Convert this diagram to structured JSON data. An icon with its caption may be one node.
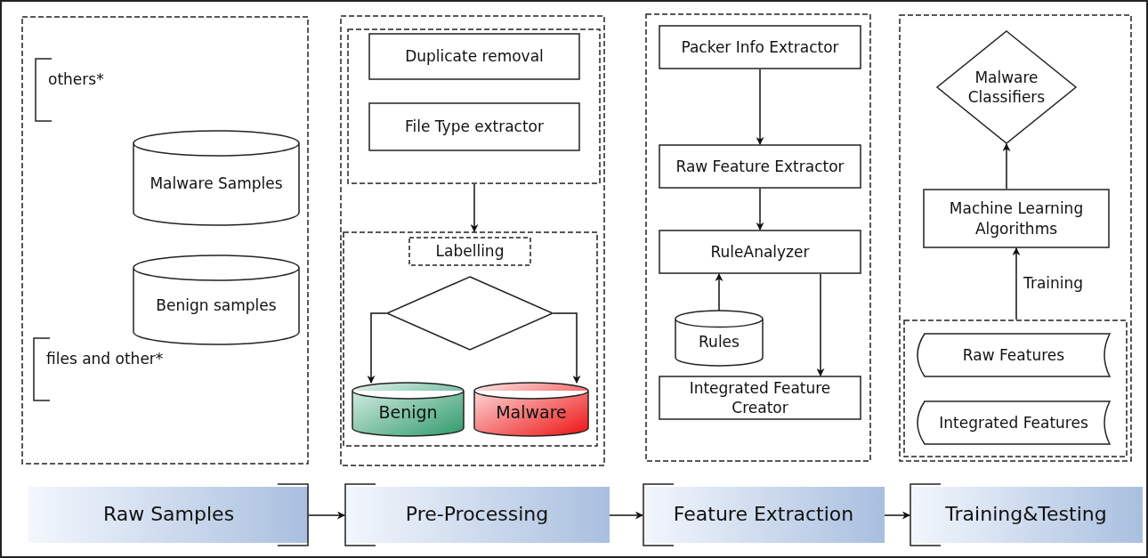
{
  "diagram": {
    "nodes": [
      {
        "text": [],
        "shape": "box"
      },
      {
        "text": [
          "Malware Samples"
        ],
        "in": 0
      },
      {
        "text": [
          "Benign samples"
        ],
        "in": 0
      },
      {
        "text": [],
        "shape": "box"
      },
      {
        "text": [],
        "shape": "box",
        "in": 3
      },
      {
        "text": [
          "Duplicate removal"
        ],
        "in": 4
      },
      {
        "text": [
          "File Type extractor"
        ],
        "in": 4
      },
      {
        "text": [],
        "shape": "box",
        "in": 3
      },
      {
        "text": [
          "Labelling"
        ],
        "in": 7
      },
      {
        "text": [],
        "shape": "diamond",
        "in": 7
      },
      {
        "text": [
          "Benign"
        ],
        "in": 7
      },
      {
        "text": [
          "Malware"
        ],
        "in": 7
      },
      {
        "text": [],
        "shape": "box"
      },
      {
        "text": [
          "Packer Info Extractor"
        ],
        "in": 12
      },
      {
        "text": [
          "Raw Feature Extractor"
        ],
        "in": 12
      },
      {
        "text": [
          "RuleAnalyzer"
        ],
        "in": 12
      },
      {
        "text": [
          "Rules"
        ],
        "in": 12
      },
      {
        "text": [
          "Integrated Feature Creator"
        ],
        "in": 12
      },
      {
        "text": [],
        "shape": "box"
      },
      {
        "text": [
          "Malware Classifiers"
        ],
        "in": 18
      },
      {
        "text": [
          "Machine Learning Algorithms"
        ],
        "in": 18
      },
      {
        "text": [],
        "shape": "box",
        "in": 18
      },
      {
        "text": [
          "Raw Features"
        ],
        "in": 21
      },
      {
        "text": [
          "Integrated Features"
        ],
        "in": 21
      },
      {
        "text": [
          "Raw Samples"
        ]
      },
      {
        "text": [
          "Pre-Processing"
        ]
      },
      {
        "text": [
          "Feature Extraction"
        ]
      },
      {
        "text": [
          "Training&Testing"
        ]
      }
    ],
    "edges": [
      {
        "from": 4,
        "to": 7,
        "arrow": "to"
      },
      {
        "from": 9,
        "to": 10,
        "arrow": "to"
      },
      {
        "from": 9,
        "to": 11,
        "arrow": "to"
      },
      {
        "from": 13,
        "to": 14,
        "arrow": "to"
      },
      {
        "from": 14,
        "to": 15,
        "arrow": "to"
      },
      {
        "from": 16,
        "to": 15,
        "arrow": "to"
      },
      {
        "from": 15,
        "to": 17,
        "arrow": "to"
      },
      {
        "from": 20,
        "to": 19,
        "arrow": "to"
      },
      {
        "from": 21,
        "to": 20,
        "arrow": "to",
        "label": "Training"
      },
      {
        "from": 24,
        "to": 25,
        "arrow": "to"
      },
      {
        "from": 25,
        "to": 26,
        "arrow": "to"
      },
      {
        "from": 26,
        "to": 27,
        "arrow": "to"
      }
    ],
    "labels": [
      "others*",
      "files and other*"
    ]
  }
}
